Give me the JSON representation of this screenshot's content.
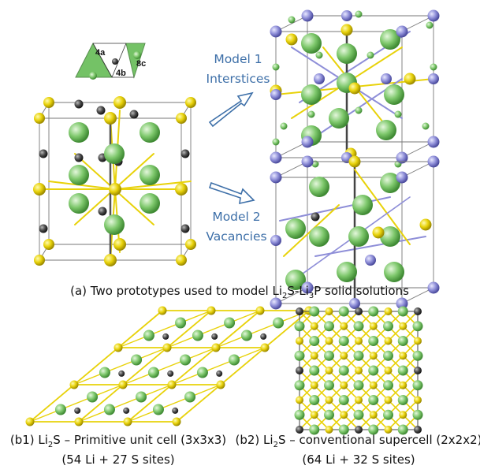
{
  "site_labels": {
    "a": "4a",
    "b": "4b",
    "c": "8c"
  },
  "model1": {
    "line1": "Model 1",
    "line2": "Interstices"
  },
  "model2": {
    "line1": "Model 2",
    "line2": "Vacancies"
  },
  "caption_a": {
    "prefix": "(a) Two prototypes used to model Li",
    "sub1": "2",
    "mid": "S-Li",
    "sub2": "3",
    "suffix": "P solid solutions"
  },
  "caption_b1": {
    "prefix": "(b1) Li",
    "sub": "2",
    "suffix": "S – Primitive unit cell (3x3x3)",
    "line2": "(54 Li + 27 S sites)"
  },
  "caption_b2": {
    "prefix": "(b2) Li",
    "sub": "2",
    "suffix": "S – conventional supercell (2x2x2)",
    "line2": "(64 Li + 32 S sites)"
  },
  "colors": {
    "sulfur": "#e8d20a",
    "lithium": "#7ec86c",
    "phosphorus": "#8e8ed8",
    "interstitial": "#4a4a4a",
    "arrow": "#3d6fa8",
    "tetra": "#5cb84c"
  }
}
